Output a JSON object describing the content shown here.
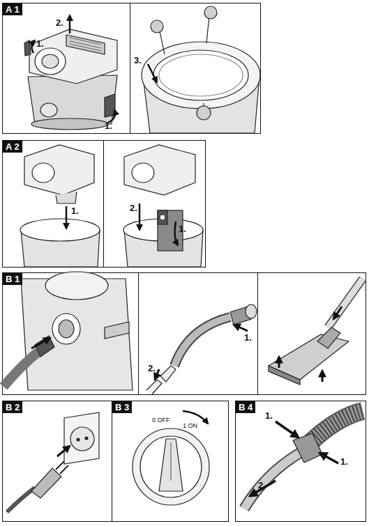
{
  "diagram": {
    "nodes": [
      {
        "text": [
          "A 1"
        ]
      },
      {
        "text": [
          "A 2"
        ]
      },
      {
        "text": [
          "B 1"
        ]
      },
      {
        "text": [
          "B 2"
        ]
      },
      {
        "text": [
          "B 3"
        ]
      },
      {
        "text": [
          "B 4"
        ]
      }
    ],
    "labels": [
      "1.",
      "2.",
      "1.",
      "3.",
      "1.",
      "2.",
      "1.",
      "1.",
      "2.",
      "0 OFF",
      "1 ON",
      "1.",
      "1.",
      "2."
    ]
  }
}
